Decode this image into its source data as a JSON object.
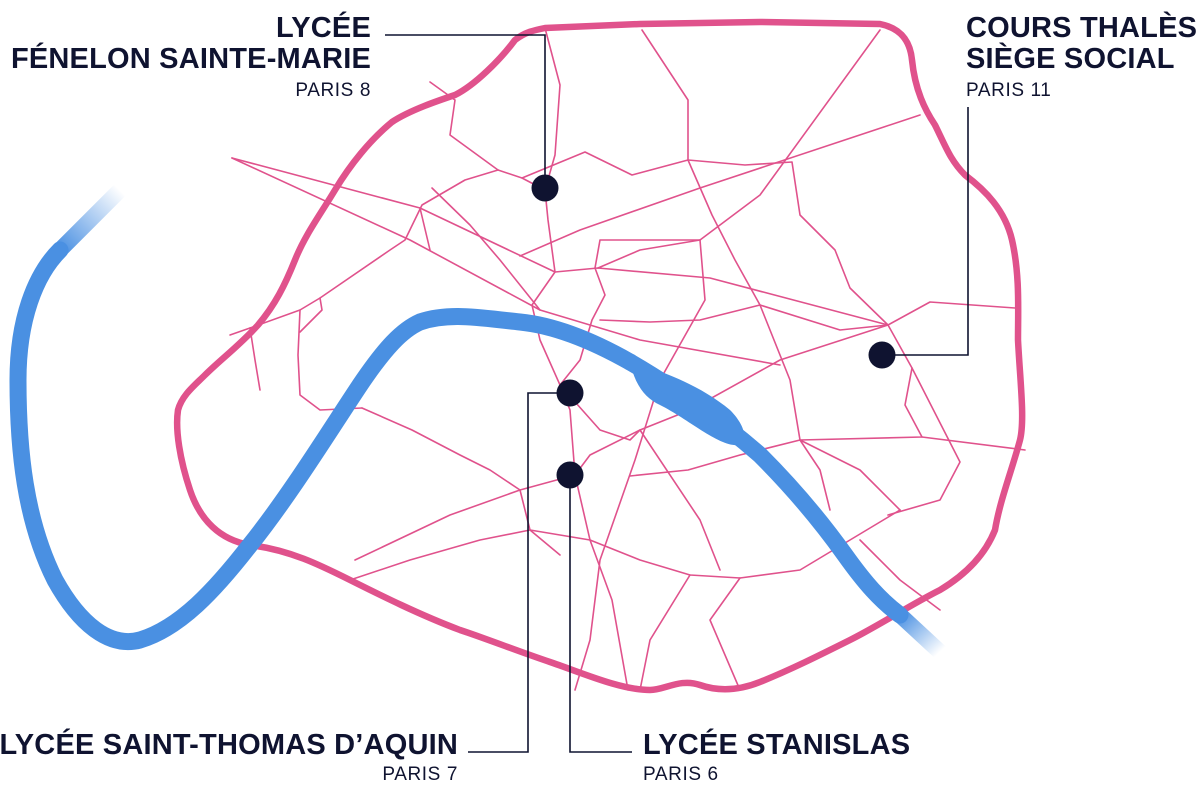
{
  "colors": {
    "boundary": "#e0528c",
    "streets": "#e0528c",
    "river": "#4a90e2",
    "markers": "#0f1330",
    "text": "#0f1330"
  },
  "locations": [
    {
      "id": "fenelon",
      "name_line1": "LYCÉE",
      "name_line2": "FÉNELON SAINTE-MARIE",
      "district": "PARIS 8"
    },
    {
      "id": "thales",
      "name_line1": "COURS THALÈS",
      "name_line2": "SIÈGE SOCIAL",
      "district": "PARIS 11"
    },
    {
      "id": "saint-thomas",
      "name_line1": "LYCÉE SAINT-THOMAS D’AQUIN",
      "district": "PARIS 7"
    },
    {
      "id": "stanislas",
      "name_line1": "LYCÉE STANISLAS",
      "district": "PARIS 6"
    }
  ]
}
